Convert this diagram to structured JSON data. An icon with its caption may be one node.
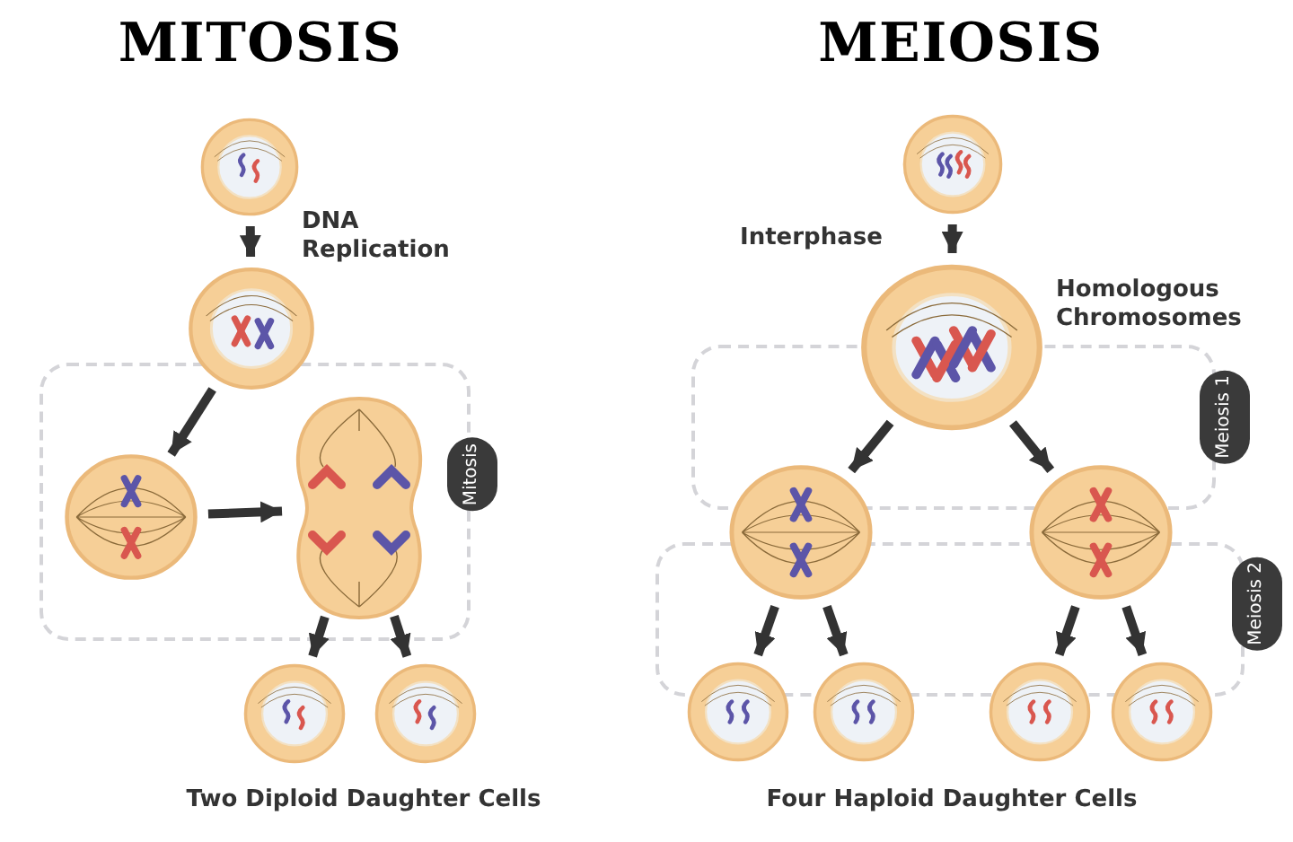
{
  "diagram": {
    "nodes": [
      {
        "text": [],
        "shape": "circle"
      },
      {
        "text": [],
        "shape": "circle"
      },
      {
        "text": [],
        "shape": "circle"
      },
      {
        "text": [],
        "shape": "picture"
      },
      {
        "text": [],
        "shape": "circle"
      },
      {
        "text": [],
        "shape": "circle"
      },
      {
        "text": [],
        "shape": "circle"
      },
      {
        "text": [],
        "shape": "circle",
        "beside": [
          "Homologous Chromosomes"
        ]
      },
      {
        "text": [],
        "shape": "circle"
      },
      {
        "text": [],
        "shape": "circle"
      },
      {
        "text": [],
        "shape": "circle"
      },
      {
        "text": [],
        "shape": "circle"
      },
      {
        "text": [],
        "shape": "circle"
      },
      {
        "text": [],
        "shape": "circle"
      }
    ],
    "edges": [
      {
        "from": 0,
        "to": 1,
        "arrow": "to",
        "label": "DNA Replication"
      },
      {
        "from": 1,
        "to": 2,
        "arrow": "to"
      },
      {
        "from": 2,
        "to": 3,
        "arrow": "to"
      },
      {
        "from": 3,
        "to": 4,
        "arrow": "to"
      },
      {
        "from": 3,
        "to": 5,
        "arrow": "to"
      },
      {
        "from": 6,
        "to": 7,
        "arrow": "to",
        "label": "Interphase"
      },
      {
        "from": 7,
        "to": 8,
        "arrow": "to"
      },
      {
        "from": 7,
        "to": 9,
        "arrow": "to"
      },
      {
        "from": 8,
        "to": 10,
        "arrow": "to"
      },
      {
        "from": 8,
        "to": 11,
        "arrow": "to"
      },
      {
        "from": 9,
        "to": 12,
        "arrow": "to"
      },
      {
        "from": 9,
        "to": 13,
        "arrow": "to"
      }
    ],
    "labels": [
      "MITOSIS",
      "MEIOSIS",
      "Mitosis",
      "Meiosis 1",
      "Meiosis 2",
      "Two Diploid Daughter Cells",
      "Four Haploid Daughter Cells"
    ]
  }
}
